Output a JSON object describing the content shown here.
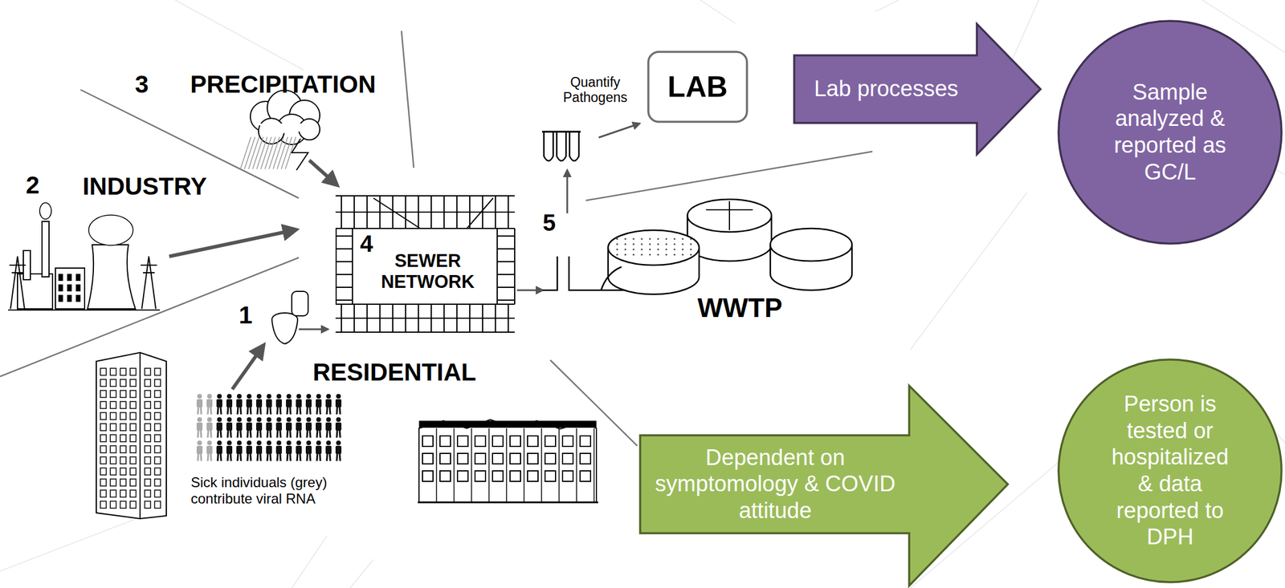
{
  "diagram": {
    "nodes": [
      {
        "text": [
          "LAB"
        ]
      },
      {
        "text": [
          "Lab processes"
        ]
      },
      {
        "text": [
          "Sample analyzed & reported as GC/L"
        ]
      },
      {
        "text": [
          "Dependent on symptomology & COVID attitude"
        ]
      },
      {
        "text": [
          "Person is tested or hospitalized & data reported to DPH"
        ]
      }
    ],
    "labels": [
      "3",
      "PRECIPITATION",
      "2",
      "INDUSTRY",
      "4",
      "SEWER NETWORK",
      "1",
      "RESIDENTIAL",
      "Sick individuals (grey) contribute viral RNA",
      "Quantify Pathogens",
      "5",
      "WWTP"
    ]
  }
}
